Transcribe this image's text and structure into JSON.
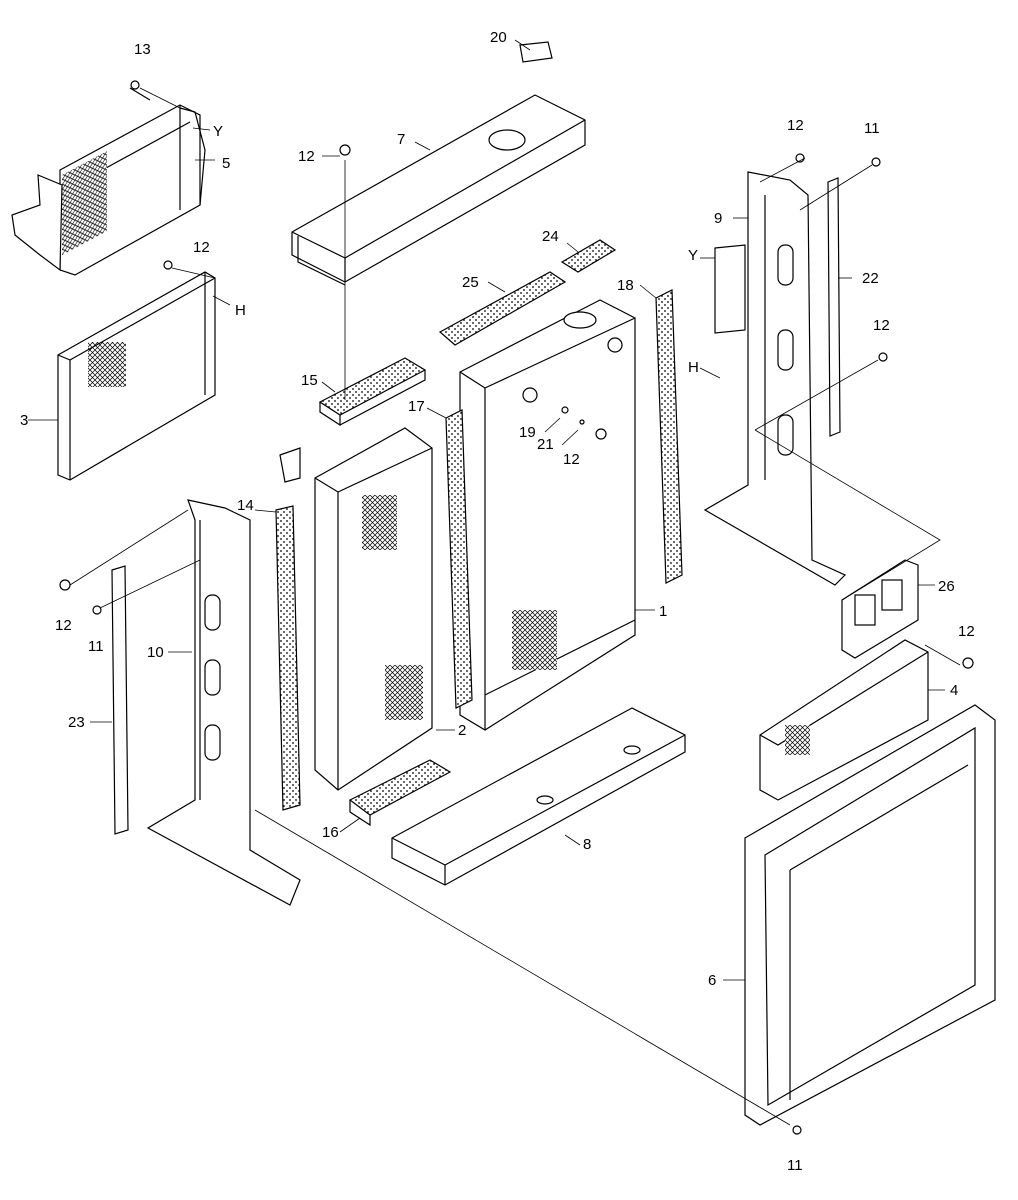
{
  "callouts": {
    "c1": "1",
    "c2": "2",
    "c3": "3",
    "c4": "4",
    "c5": "5",
    "c6": "6",
    "c7": "7",
    "c8": "8",
    "c9": "9",
    "c10": "10",
    "c11a": "11",
    "c11b": "11",
    "c11c": "11",
    "c12a": "12",
    "c12b": "12",
    "c12c": "12",
    "c12d": "12",
    "c12e": "12",
    "c12f": "12",
    "c12g": "12",
    "c13": "13",
    "c14": "14",
    "c15": "15",
    "c16": "16",
    "c17": "17",
    "c18": "18",
    "c19": "19",
    "c20": "20",
    "c21": "21",
    "c22": "22",
    "c23": "23",
    "c24": "24",
    "c25": "25",
    "c26": "26",
    "yA": "Y",
    "yB": "Y",
    "hA": "H",
    "hB": "H"
  },
  "colors": {
    "line": "#000000",
    "background": "#ffffff",
    "mesh": "#000000"
  }
}
